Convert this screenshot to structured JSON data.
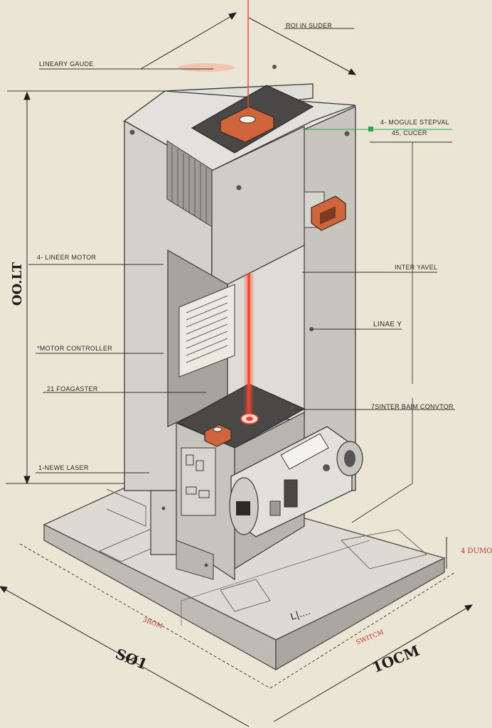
{
  "callouts": {
    "top_right": "ROI IN SUDER",
    "linear_guide": "LINEARY GAUDE",
    "module_line1": "4- MOGULE STEPVAL",
    "module_line2": "45, CUCER",
    "linear_motor": "4- LINEER MOTOR",
    "inter_travel": "INTER YAVEL",
    "linear_y": "LINAE Y",
    "motor_controller": "*MOTOR CONTROLLER",
    "foagaster": "21 FOAGASTER",
    "sinter_beam": "7SINTER BAIM CONVTOR",
    "laser": "1-NEWE LASER"
  },
  "dimensions": {
    "height": "OO.LT",
    "depth_left": "SØ1",
    "width_right": "1OCM",
    "base_left_red": "3ROM",
    "base_right_red": "SWITCM",
    "side_red": "4 DUMO",
    "base_mark": "L|...."
  },
  "colors": {
    "background": "#ebe5d6",
    "body": "#d3d1ca",
    "body_dark": "#b3b1aa",
    "laser": "#e8452c",
    "accent_block": "#d0653c",
    "leader_green": "#2aa84a",
    "ink": "#222222"
  }
}
